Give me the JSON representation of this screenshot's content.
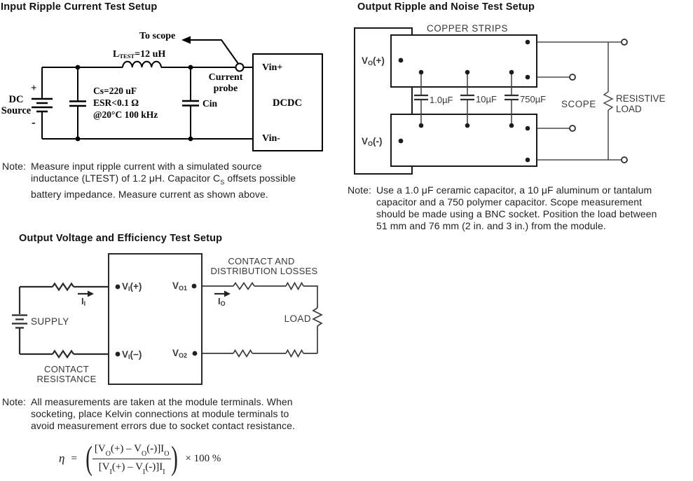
{
  "sections": {
    "s1": {
      "title": "Input Ripple Current Test Setup",
      "labels": {
        "to_scope": "To scope",
        "l_main": "L",
        "l_sub": "TEST",
        "l_rest": "=12 uH",
        "current_l1": "Current",
        "current_l2": "probe",
        "vin_plus": "Vin+",
        "dcdc": "DCDC",
        "vin_minus": "Vin-",
        "plus": "+",
        "minus": "-",
        "dc_l1": "DC",
        "dc_l2": "Source",
        "cs_l1": "Cs=220 uF",
        "cs_l2": "ESR<0.1 Ω",
        "cs_l3": "@20°C 100 kHz",
        "cin": "Cin"
      },
      "note": {
        "label": "Note:",
        "line1": "Measure input ripple current with a simulated source",
        "line2a": "inductance (LTEST) of 1.2 μH. Capacitor C",
        "line2sub": "S",
        "line2b": " offsets possible",
        "line3": "battery impedance. Measure current as shown above."
      }
    },
    "s2": {
      "title": "Output Ripple and Noise Test Setup",
      "labels": {
        "copper_strips": "COPPER STRIPS",
        "vo_plus_main": "V",
        "vo_plus_sub": "O",
        "vo_plus_rest": "(+)",
        "vo_minus_main": "V",
        "vo_minus_sub": "O",
        "vo_minus_rest": "(-)",
        "cap1": "1.0µF",
        "cap2": "10µF",
        "cap3": "750µF",
        "scope": "SCOPE",
        "resistive": "RESISTIVE",
        "load": "LOAD"
      },
      "note": {
        "label": "Note:",
        "line1": "Use a 1.0 μF ceramic capacitor, a 10 μF aluminum or tantalum",
        "line2": "capacitor and a 750 polymer capacitor. Scope measurement",
        "line3": "should be made using a BNC socket. Position the load between",
        "line4": "51 mm and 76 mm (2 in. and 3 in.) from the module."
      }
    },
    "s3": {
      "title": "Output Voltage and Efficiency Test Setup",
      "labels": {
        "contact_and": "CONTACT AND",
        "dist_losses": "DISTRIBUTION LOSSES",
        "vi_plus_main": "V",
        "vi_plus_sub": "I",
        "vi_plus_rest": "(+)",
        "vi_minus_main": "V",
        "vi_minus_sub": "I",
        "vi_minus_rest": "(−)",
        "vo1_main": "V",
        "vo1_sub": "O1",
        "vo2_main": "V",
        "vo2_sub": "O2",
        "ii_main": "I",
        "ii_sub": "I",
        "io_main": "I",
        "io_sub": "O",
        "supply": "SUPPLY",
        "load": "LOAD",
        "contact": "CONTACT",
        "resistance": "RESISTANCE"
      },
      "note": {
        "label": "Note:",
        "line1": "All measurements are taken at the module terminals. When",
        "line2": "socketing, place Kelvin connections at module terminals to",
        "line3": "avoid measurement errors due to socket contact resistance."
      }
    }
  },
  "formula": {
    "eta": "η",
    "eq": "=",
    "lparen": "(",
    "rparen": ")",
    "num_a": "[V",
    "num_s1": "O",
    "num_b": "(+) – V",
    "num_s2": "O",
    "num_c": "(-)]I",
    "num_s3": "O",
    "den_a": "[V",
    "den_s1": "I",
    "den_b": "(+) – V",
    "den_s2": "I",
    "den_c": "(-)]I",
    "den_s3": "I",
    "times": "× 100 %"
  },
  "colors": {
    "ink": "#111111",
    "diagram_gray": "#3a3a3a",
    "note_text": "#1f1f1f"
  }
}
